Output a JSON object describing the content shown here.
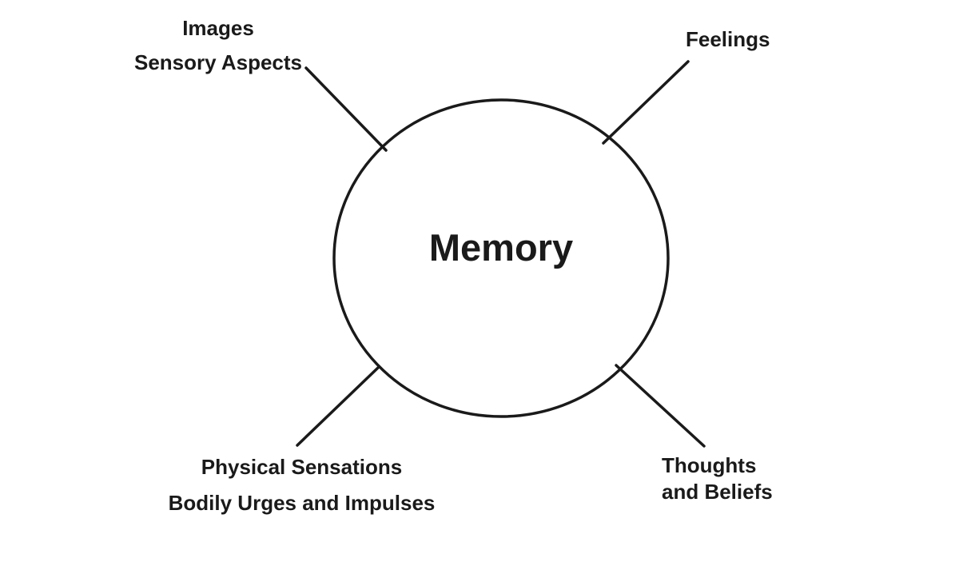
{
  "diagram": {
    "title": "Memory mind map",
    "center": {
      "label": "Memory"
    },
    "nodes": {
      "top_left": {
        "lines": [
          "Images",
          "Sensory Aspects"
        ]
      },
      "top_right": {
        "lines": [
          "Feelings"
        ]
      },
      "bottom_left": {
        "lines": [
          "Physical Sensations",
          "Bodily Urges and Impulses"
        ]
      },
      "bottom_right": {
        "lines": [
          "Thoughts",
          "and Beliefs"
        ]
      }
    },
    "colors": {
      "ink": "#1a1a1a",
      "background": "#ffffff"
    }
  }
}
